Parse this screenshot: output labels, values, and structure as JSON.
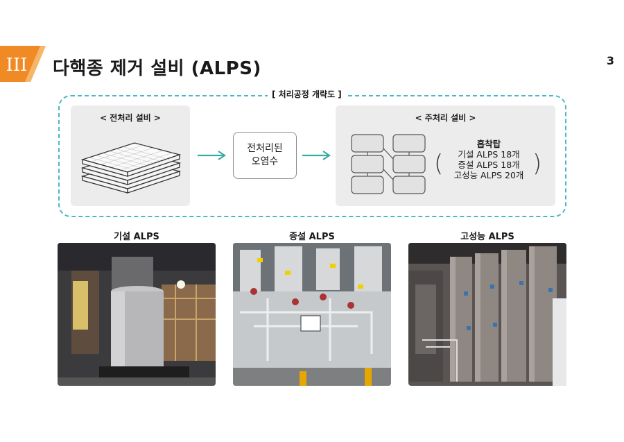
{
  "header": {
    "section_numeral": "III",
    "title": "다핵종 제거 설비 (ALPS)",
    "page_number": "3"
  },
  "diagram": {
    "frame_label": "[ 처리공정 개략도 ]",
    "pre_panel_title": "< 전처리 설비 >",
    "middle_line1": "전처리된",
    "middle_line2": "오염수",
    "main_panel_title": "< 주처리 설비 >",
    "tower_heading": "흡착탑",
    "tower_line1": "기설 ALPS 18개",
    "tower_line2": "증설 ALPS 18개",
    "tower_line3": "고성능 ALPS 20개",
    "arrow_color": "#3aa9a0"
  },
  "photos": [
    {
      "caption": "기설 ALPS"
    },
    {
      "caption": "증설 ALPS"
    },
    {
      "caption": "고성능 ALPS"
    }
  ],
  "colors": {
    "accent_orange": "#f08a24",
    "frame_dash": "#4db6c6"
  }
}
